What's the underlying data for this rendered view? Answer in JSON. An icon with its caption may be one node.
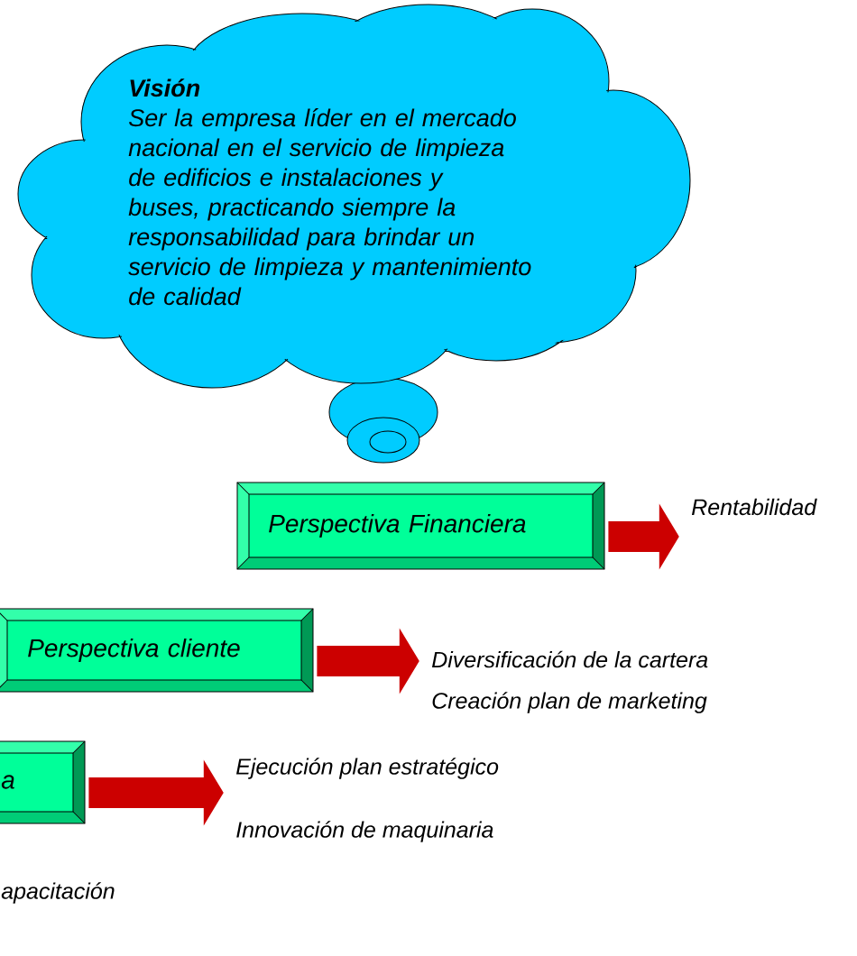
{
  "diagram": {
    "nodes": [
      {
        "text": [
          "Visión",
          "Ser la empresa líder en el mercado nacional en el servicio de limpieza de edificios e instalaciones y buses, practicando siempre la responsabilidad para brindar un servicio de limpieza y mantenimiento de calidad"
        ]
      },
      {
        "text": [
          "Perspectiva Financiera"
        ]
      },
      {
        "text": [
          "Rentabilidad"
        ]
      },
      {
        "text": [
          "Perspectiva cliente"
        ]
      },
      {
        "text": [
          "Diversificación de la cartera",
          "Creación plan de marketing"
        ]
      },
      {
        "text": [
          "a"
        ]
      },
      {
        "text": [
          "Ejecución plan estratégico",
          "Innovación de maquinaria"
        ]
      }
    ],
    "edges": [
      {
        "from": 1,
        "to": 2,
        "arrow": "to"
      },
      {
        "from": 3,
        "to": 4,
        "arrow": "to"
      },
      {
        "from": 5,
        "to": 6,
        "arrow": "to"
      }
    ],
    "labels": [
      "apacitación"
    ]
  }
}
